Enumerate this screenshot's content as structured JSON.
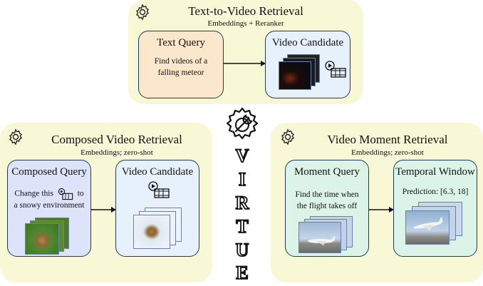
{
  "virtue_letters": [
    "V",
    "I",
    "R",
    "T",
    "U",
    "E"
  ],
  "t2v": {
    "title": "Text-to-Video Retrieval",
    "subtitle": "Embeddings + Reranker",
    "query_title": "Text Query",
    "query_text_1": "Find videos of a",
    "query_text_2": "falling meteor",
    "candidate_title": "Video Candidate"
  },
  "cvr": {
    "title": "Composed Video Retrieval",
    "subtitle": "Embeddings; zero-shot",
    "query_title": "Composed Query",
    "query_text_1a": "Change this",
    "query_text_1b": "to",
    "query_text_2": "a snowy environment",
    "candidate_title": "Video Candidate"
  },
  "vmr": {
    "title": "Video Moment Retrieval",
    "subtitle": "Embeddings; zero-shot",
    "query_title": "Moment Query",
    "query_text_1": "Find the time when",
    "query_text_2": "the flight takes off",
    "window_title": "Temporal Window",
    "prediction": "Prediction: [6.3, 18]"
  },
  "colors": {
    "panel_bg": "#f8f7d6",
    "text_query_bg": "#fbe7cc",
    "video_candidate_bg": "#e6f1fb",
    "composed_bg": "#dde3f8",
    "moment_bg": "#dcf4e8",
    "border": "#223a5e"
  },
  "icons": [
    "gear-icon",
    "film-icon",
    "wrench-gear-icon"
  ]
}
